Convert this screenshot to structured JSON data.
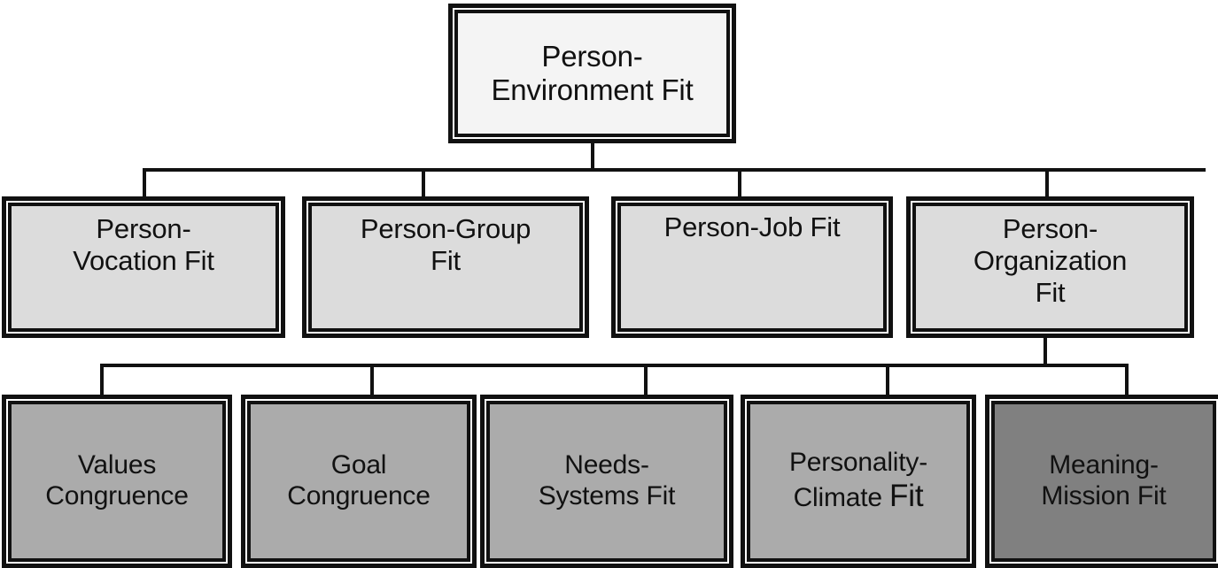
{
  "diagram": {
    "type": "hierarchy-tree",
    "title": "Person-Environment Fit hierarchy",
    "levels": 3,
    "colors": {
      "level1_fill": "#f4f4f4",
      "level2_fill": "#dcdcdc",
      "level3_fill": "#ababab",
      "level3_highlight_fill": "#808080",
      "border": "#111111",
      "background": "#ffffff",
      "text": "#111111"
    },
    "level1": {
      "root": {
        "label_line1": "Person-",
        "label_line2": "Environment Fit"
      }
    },
    "level2": {
      "nodes": [
        {
          "label_line1": "Person-",
          "label_line2": "Vocation Fit"
        },
        {
          "label_line1": "Person-Group",
          "label_line2": "Fit"
        },
        {
          "label_line1": "Person-Job Fit",
          "label_line2": ""
        },
        {
          "label_line1": "Person-",
          "label_line2": "Organization",
          "label_line3": "Fit"
        }
      ]
    },
    "level3": {
      "nodes": [
        {
          "label_line1": "Values",
          "label_line2": "Congruence"
        },
        {
          "label_line1": "Goal",
          "label_line2": "Congruence"
        },
        {
          "label_line1": "Needs-",
          "label_line2": "Systems Fit"
        },
        {
          "label_line1": "Personality-",
          "label_line2": "Climate ",
          "label_line2_emphasis": "Fit"
        },
        {
          "label_line1": "Meaning-",
          "label_line2": "Mission Fit"
        }
      ]
    }
  }
}
